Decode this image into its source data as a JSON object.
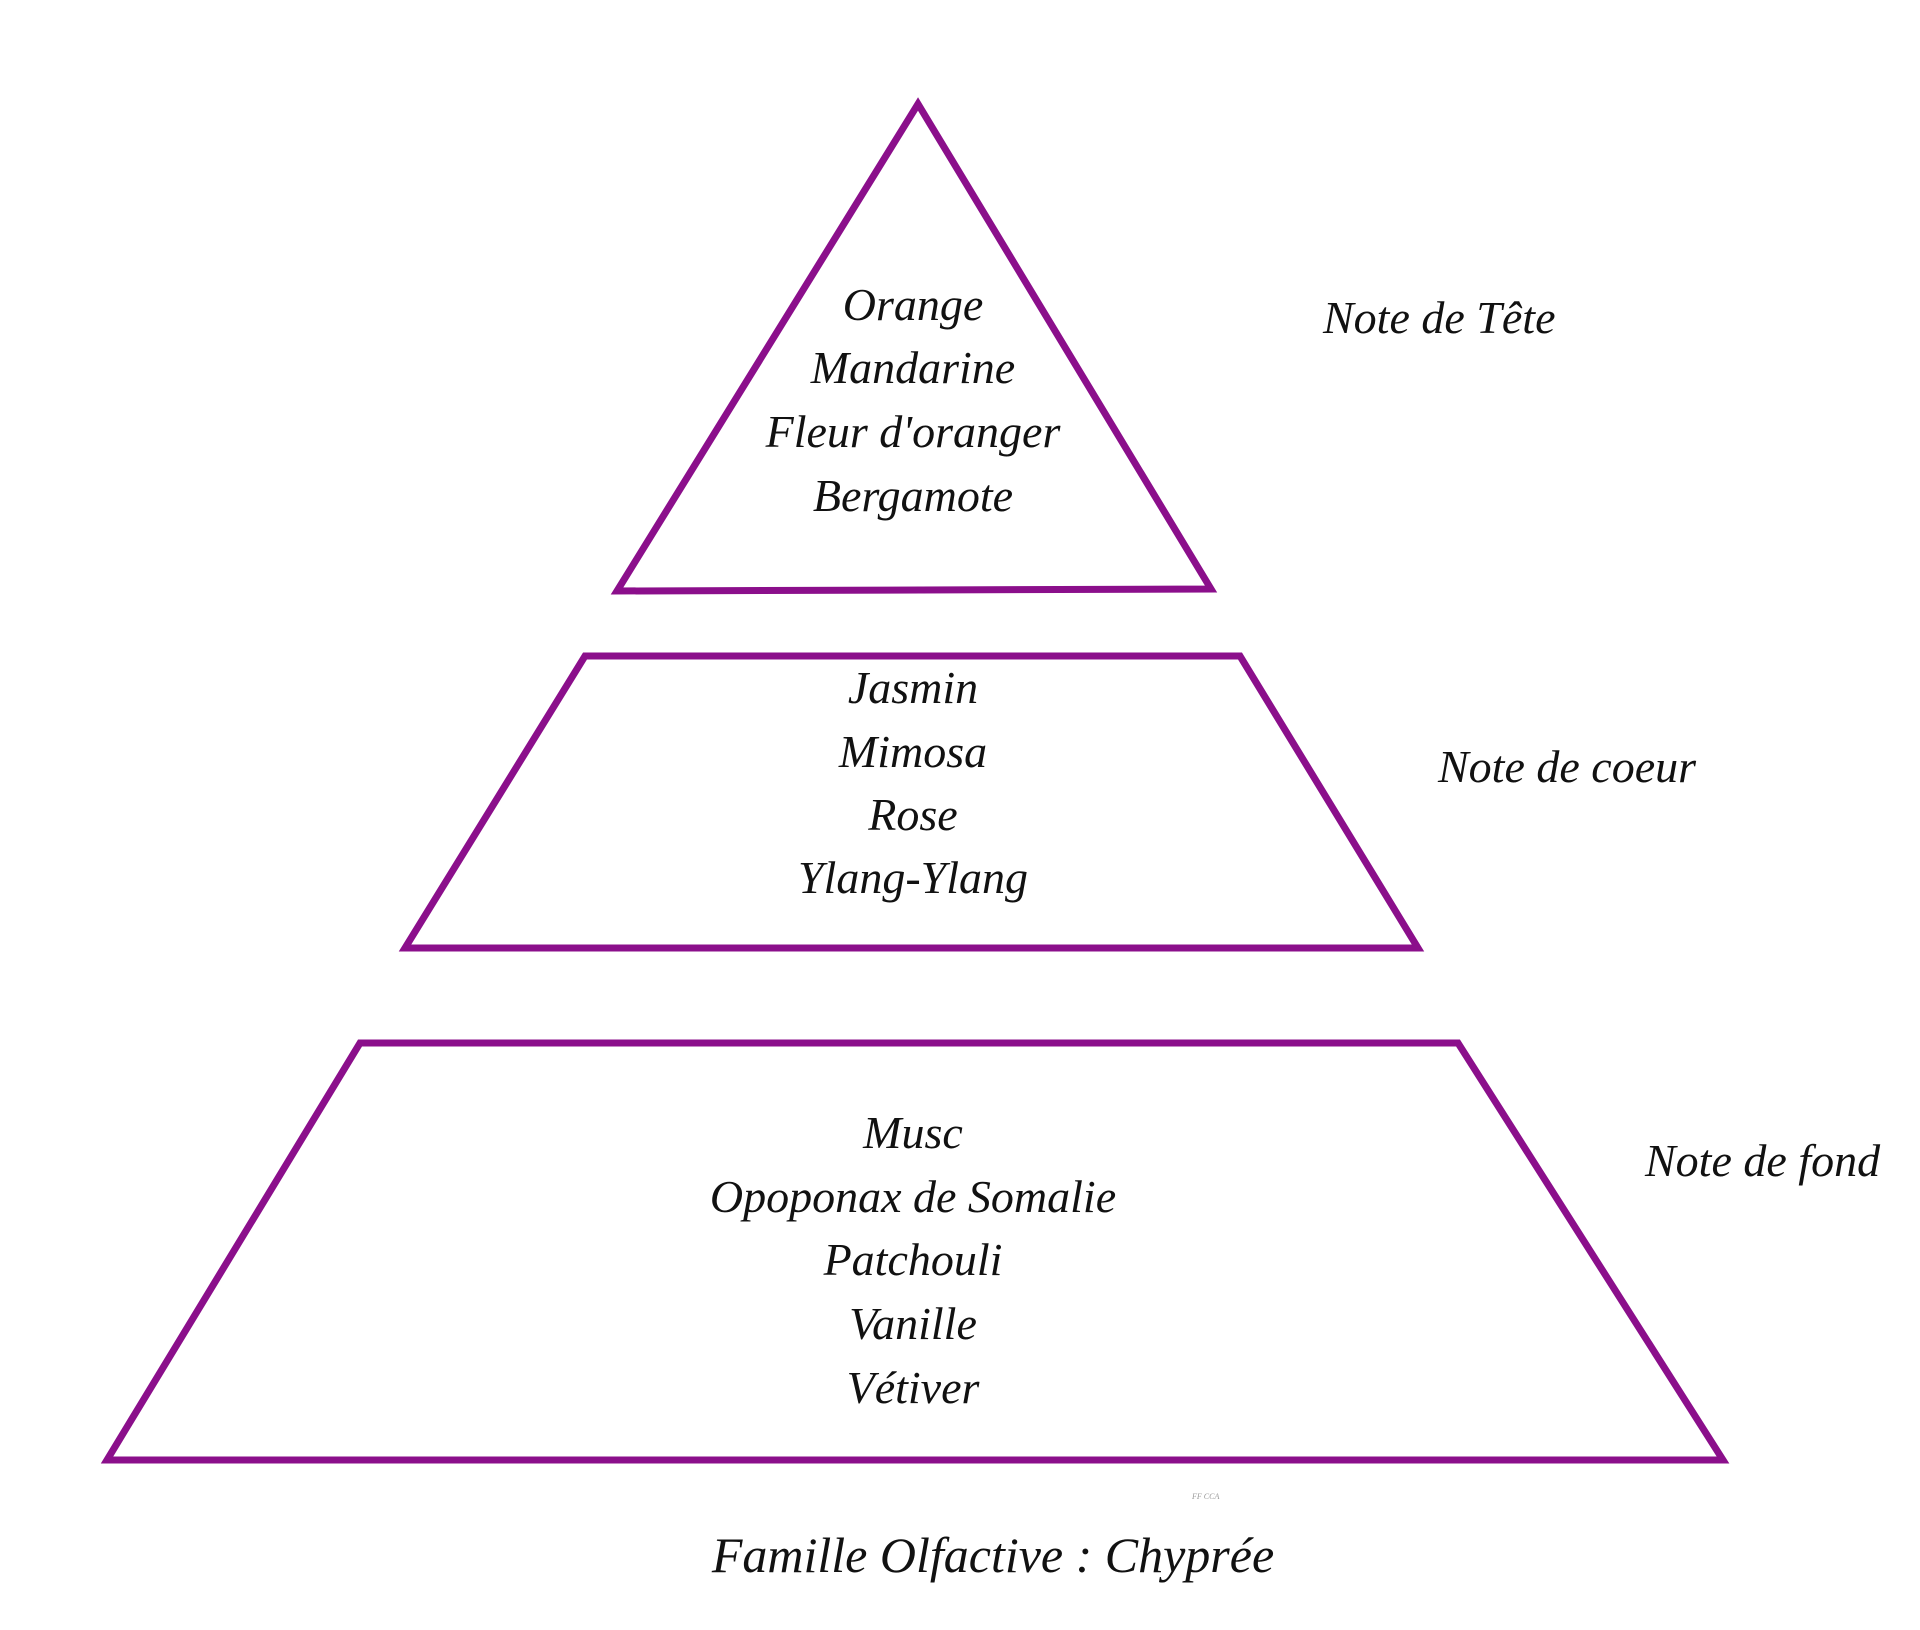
{
  "diagram": {
    "type": "fragrance-pyramid",
    "stroke_color": "#8B0F8B",
    "text_color": "#111111",
    "tiers": [
      {
        "id": "top",
        "label": "Note de Tête",
        "notes": [
          "Orange",
          "Mandarine",
          "Fleur d'oranger",
          "Bergamote"
        ]
      },
      {
        "id": "heart",
        "label": "Note de coeur",
        "notes": [
          "Jasmin",
          "Mimosa",
          "Rose",
          "Ylang-Ylang"
        ]
      },
      {
        "id": "base",
        "label": "Note de fond",
        "notes": [
          "Musc",
          "Opoponax de Somalie",
          "Patchouli",
          "Vanille",
          "Vétiver"
        ]
      }
    ],
    "family_title": "Famille Olfactive : Chyprée",
    "small_mark": "FF   CCA"
  }
}
